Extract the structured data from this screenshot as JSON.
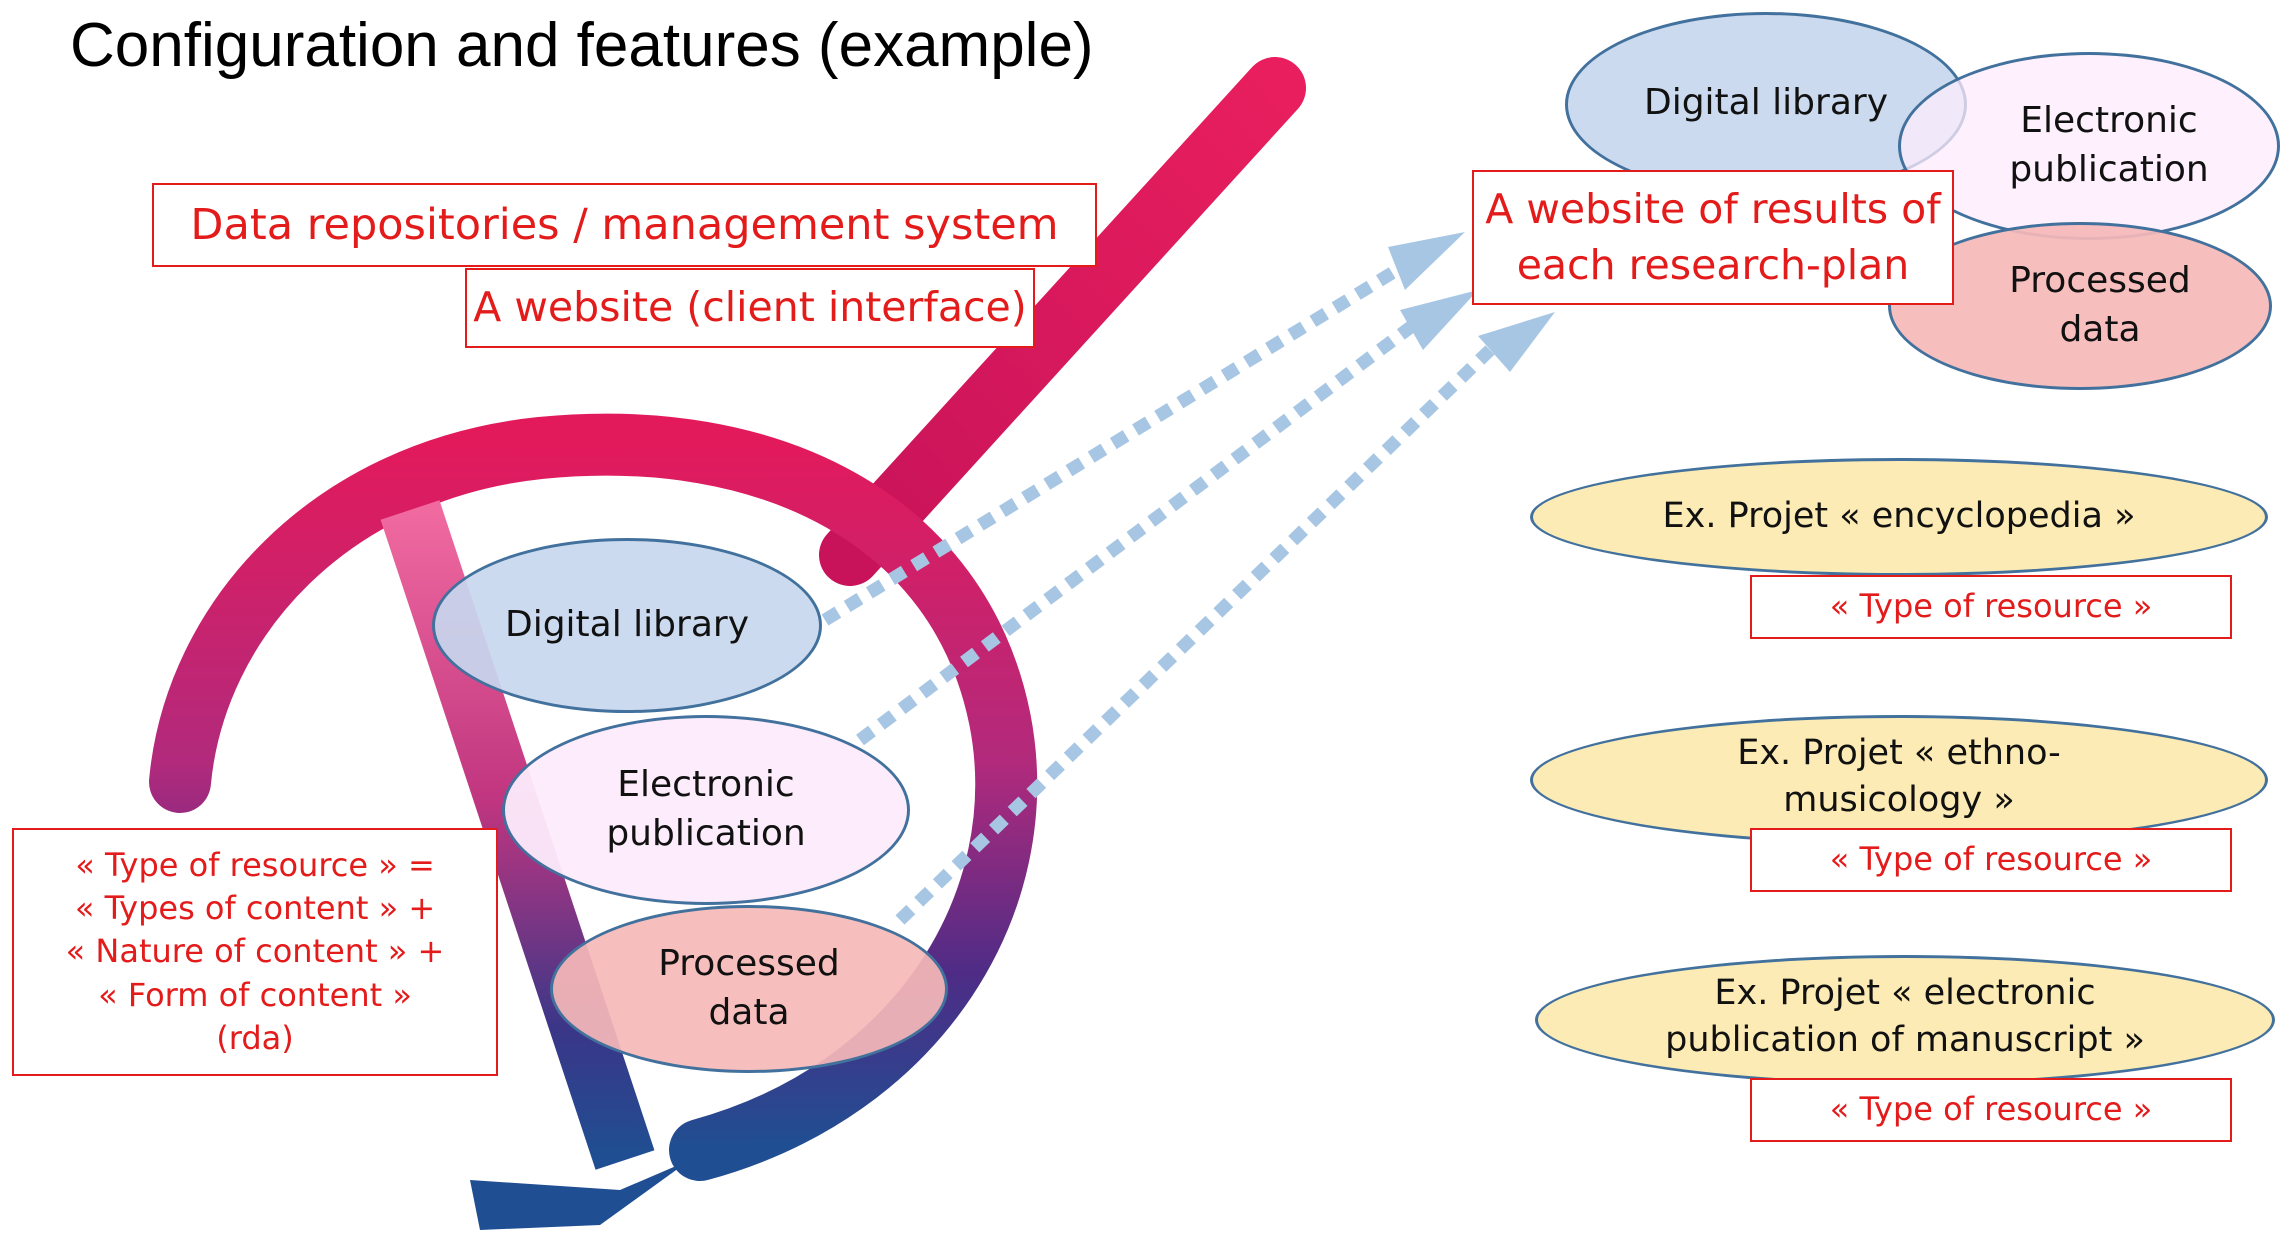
{
  "title": "Configuration and features (example)",
  "left": {
    "repositories_label": "Data repositories / management system",
    "website_label": "A website (client interface)",
    "ellipses": {
      "digital_library": "Digital library",
      "electronic_publication": [
        "Electronic",
        "publication"
      ],
      "processed_data": [
        "Processed",
        "data"
      ]
    },
    "type_definition": [
      "« Type of resource » =",
      "« Types of content » +",
      "« Nature of content » +",
      "« Form of content »",
      "(rda)"
    ]
  },
  "right_top": {
    "results_label": [
      "A website of results of",
      "each research-plan"
    ],
    "ellipses": {
      "digital_library": "Digital library",
      "electronic_publication": [
        "Electronic",
        "publication"
      ],
      "processed_data": [
        "Processed",
        "data"
      ]
    }
  },
  "projects": [
    {
      "name": [
        "Ex. Projet « encyclopedia »"
      ],
      "type": "« Type of resource »"
    },
    {
      "name": [
        "Ex. Projet « ethno-",
        "musicology »"
      ],
      "type": "« Type of resource »"
    },
    {
      "name": [
        "Ex. Projet « electronic",
        "publication of manuscript »"
      ],
      "type": "« Type of resource »"
    }
  ],
  "colors": {
    "logo_pink": "#e0185c",
    "logo_magenta": "#b02a7a",
    "logo_blue": "#1f4a8c",
    "arrow_blue": "#a7c6e4",
    "label_red": "#e31b1b",
    "ellipse_border": "#41719c"
  }
}
